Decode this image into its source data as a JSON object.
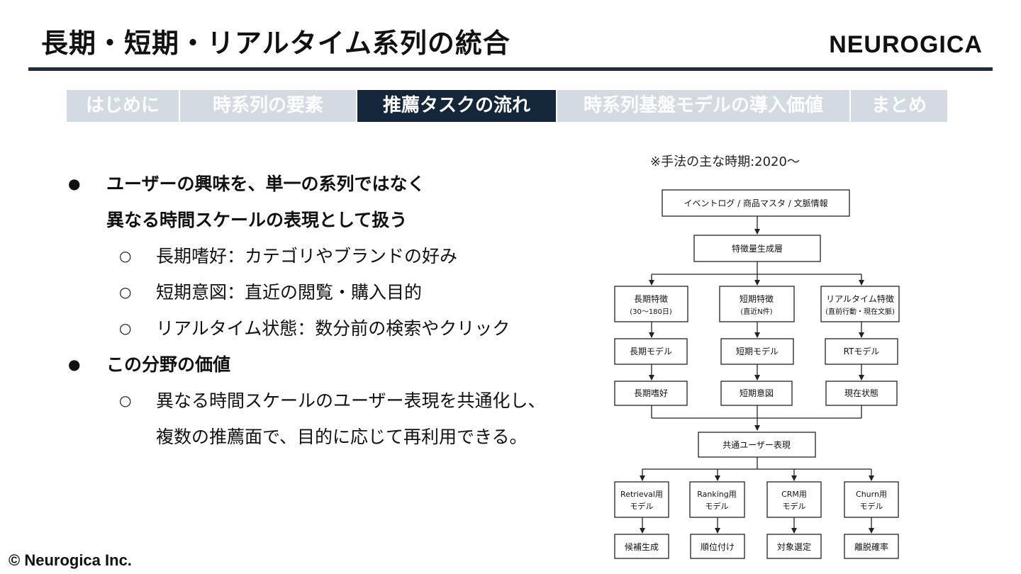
{
  "header": {
    "title": "長期・短期・リアルタイム系列の統合",
    "logo": "NEUROGICA"
  },
  "tabs": [
    {
      "label": "はじめに",
      "active": false
    },
    {
      "label": "時系列の要素",
      "active": false
    },
    {
      "label": "推薦タスクの流れ",
      "active": true
    },
    {
      "label": "時系列基盤モデルの導入価値",
      "active": false
    },
    {
      "label": "まとめ",
      "active": false
    }
  ],
  "content": {
    "bullets": [
      {
        "lines": [
          "ユーザーの興味を、単一の系列ではなく",
          "異なる時間スケールの表現として扱う"
        ],
        "sub": [
          "長期嗜好：カテゴリやブランドの好み",
          "短期意図：直近の閲覧・購入目的",
          "リアルタイム状態：数分前の検索やクリック"
        ]
      },
      {
        "lines": [
          "この分野の価値"
        ],
        "sub_lines": [
          "異なる時間スケールのユーザー表現を共通化し、",
          "複数の推薦面で、目的に応じて再利用できる。"
        ]
      }
    ]
  },
  "diagram": {
    "note": "※手法の主な時期:2020〜",
    "source": "イベントログ / 商品マスタ / 文脈情報",
    "feature_layer": "特徴量生成層",
    "features": [
      {
        "title": "長期特徴",
        "sub": "(30〜180日)"
      },
      {
        "title": "短期特徴",
        "sub": "(直近N件)"
      },
      {
        "title": "リアルタイム特徴",
        "sub": "(直前行動・現在文脈)"
      }
    ],
    "models": [
      "長期モデル",
      "短期モデル",
      "RTモデル"
    ],
    "outputs": [
      "長期嗜好",
      "短期意図",
      "現在状態"
    ],
    "shared": "共通ユーザー表現",
    "tasks": [
      {
        "title": "Retrieval用",
        "sub": "モデル"
      },
      {
        "title": "Ranking用",
        "sub": "モデル"
      },
      {
        "title": "CRM用",
        "sub": "モデル"
      },
      {
        "title": "Churn用",
        "sub": "モデル"
      }
    ],
    "results": [
      "候補生成",
      "順位付け",
      "対象選定",
      "離脱確率"
    ]
  },
  "footer": {
    "copyright": "© Neurogica Inc."
  }
}
